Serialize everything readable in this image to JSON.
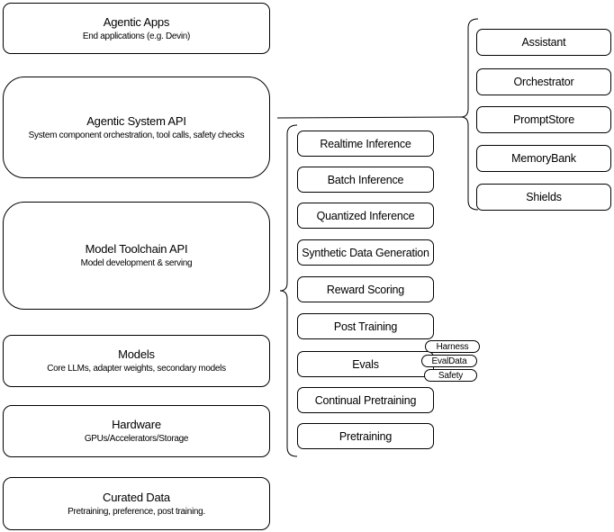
{
  "diagram": {
    "left_stack": [
      {
        "title": "Agentic Apps",
        "subtitle": "End applications (e.g. Devin)"
      },
      {
        "title": "Agentic System API",
        "subtitle": "System component orchestration, tool calls, safety checks"
      },
      {
        "title": "Model Toolchain API",
        "subtitle": "Model development & serving"
      },
      {
        "title": "Models",
        "subtitle": "Core LLMs, adapter weights, secondary models"
      },
      {
        "title": "Hardware",
        "subtitle": "GPUs/Accelerators/Storage"
      },
      {
        "title": "Curated Data",
        "subtitle": "Pretraining, preference, post training."
      }
    ],
    "toolchain_stack": [
      "Realtime Inference",
      "Batch Inference",
      "Quantized Inference",
      "Synthetic Data Generation",
      "Reward Scoring",
      "Post Training",
      "Evals",
      "Continual Pretraining",
      "Pretraining"
    ],
    "eval_tags": [
      "Harness",
      "EvalData",
      "Safety"
    ],
    "system_components": [
      "Assistant",
      "Orchestrator",
      "PromptStore",
      "MemoryBank",
      "Shields"
    ],
    "colors": {
      "line": "#000000",
      "fill": "#ffffff",
      "text": "#000000"
    }
  }
}
